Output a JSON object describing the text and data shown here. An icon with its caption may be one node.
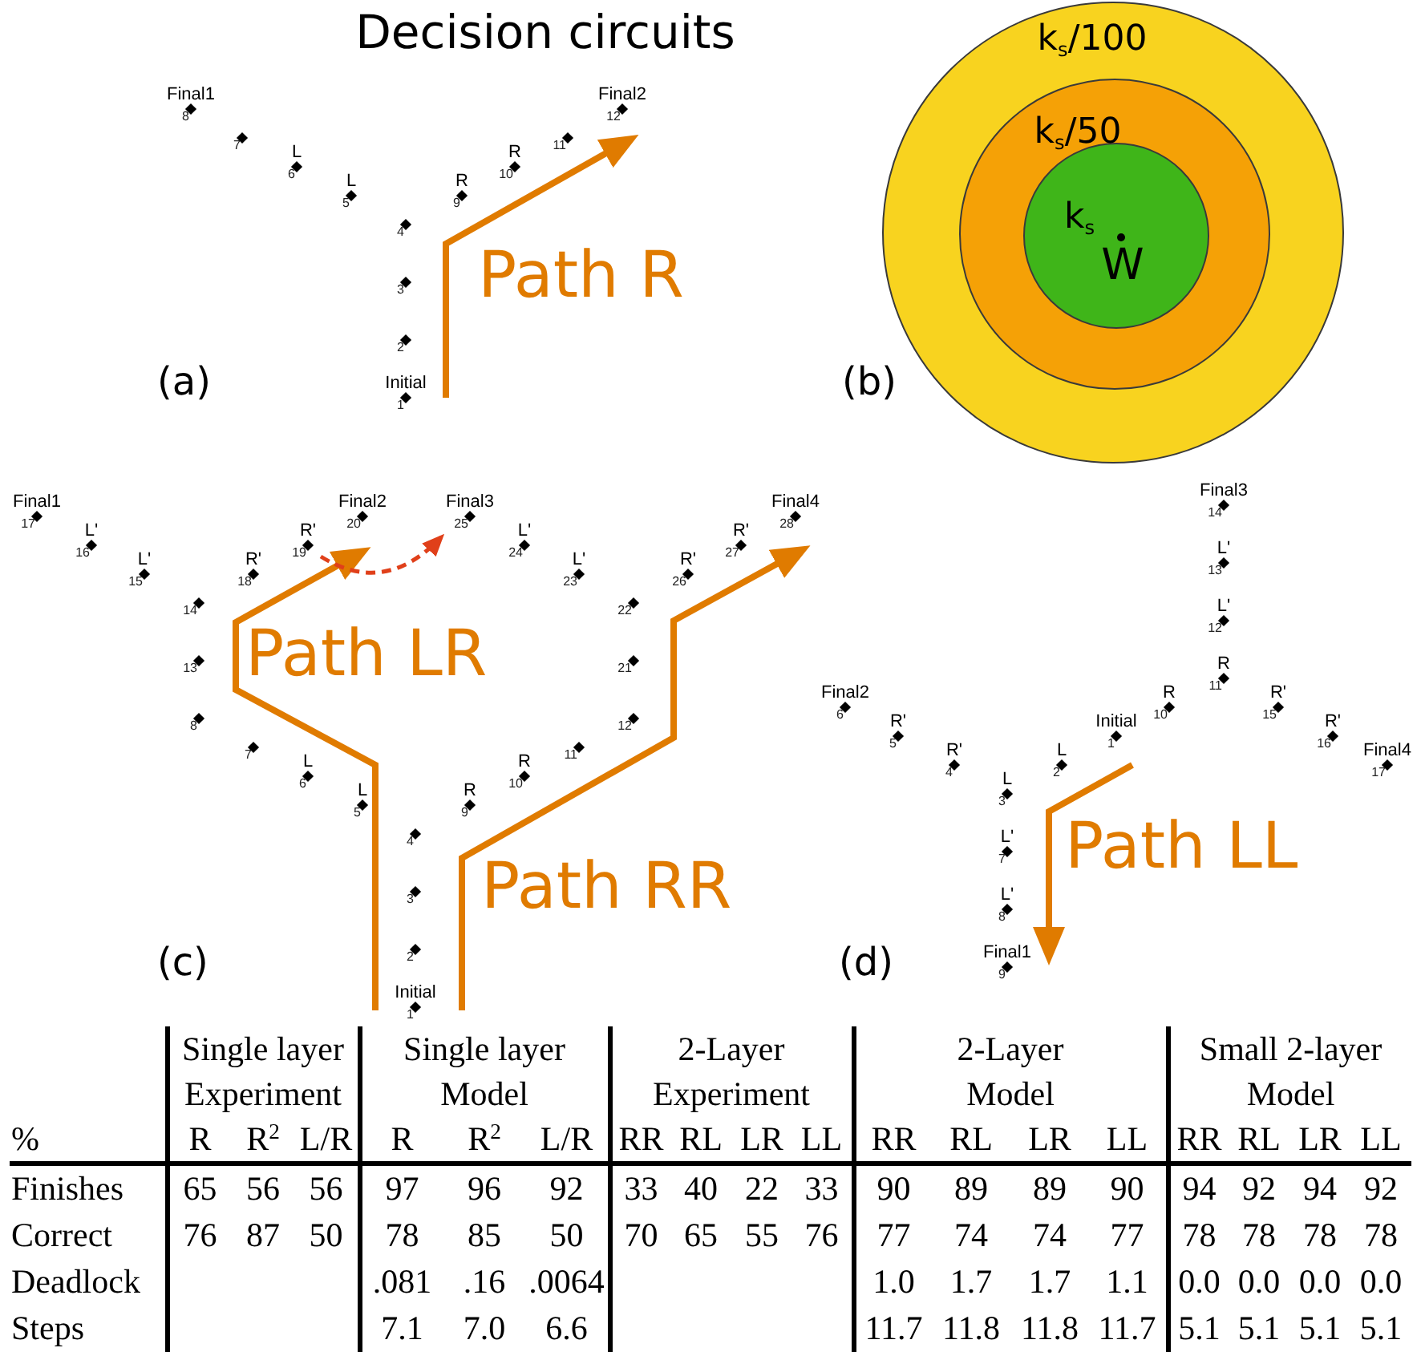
{
  "diagram": {
    "title": "Decision circuits",
    "nodes": [
      {
        "text": [
          "k$_{s}$/100"
        ]
      },
      {
        "text": [
          "k$_{s}$/50"
        ],
        "in": 0
      },
      {
        "text": [
          "k$_{s}$",
          "W"
        ],
        "in": 1
      }
    ],
    "labels": [
      "Initial",
      "1",
      "2",
      "3",
      "4",
      "L",
      "5",
      "L",
      "6",
      "7",
      "Final1",
      "8",
      "R",
      "9",
      "R",
      "10",
      "11",
      "Final2",
      "12",
      "Path R",
      "(a)",
      "(b)",
      "Initial",
      "1",
      "2",
      "3",
      "4",
      "L",
      "5",
      "L",
      "6",
      "7",
      "8",
      "R",
      "9",
      "R",
      "10",
      "11",
      "12",
      "13",
      "14",
      "L'",
      "15",
      "L'",
      "16",
      "Final1",
      "17",
      "R'",
      "18",
      "R'",
      "19",
      "Final2",
      "20",
      "21",
      "22",
      "L'",
      "23",
      "L'",
      "24",
      "Final3",
      "25",
      "R'",
      "26",
      "R'",
      "27",
      "Final4",
      "28",
      "Path LR",
      "Path RR",
      "(c)",
      "Initial",
      "1",
      "L",
      "2",
      "L",
      "3",
      "R'",
      "4",
      "R'",
      "5",
      "Final2",
      "6",
      "L'",
      "7",
      "L'",
      "8",
      "Final1",
      "9",
      "R",
      "10",
      "R",
      "11",
      "L'",
      "12",
      "L'",
      "13",
      "Final3",
      "14",
      "R'",
      "15",
      "R'",
      "16",
      "Final4",
      "17",
      "Path LL",
      "(d)",
      "Single layer Experiment",
      "Single layer Model",
      "2-Layer Experiment",
      "2-Layer Model",
      "Small 2-layer Model",
      "%",
      "R",
      "R$^{2}$",
      "L/R",
      "R",
      "R$^{2}$",
      "L/R",
      "RR",
      "RL",
      "LR",
      "LL",
      "RR",
      "RL",
      "LR",
      "LL",
      "RR",
      "RL",
      "LR",
      "LL",
      "Finishes",
      "65",
      "56",
      "56",
      "97",
      "96",
      "92",
      "33",
      "40",
      "22",
      "33",
      "90",
      "89",
      "89",
      "90",
      "94",
      "92",
      "94",
      "92",
      "Correct",
      "76",
      "87",
      "50",
      "78",
      "85",
      "50",
      "70",
      "65",
      "55",
      "76",
      "77",
      "74",
      "74",
      "77",
      "78",
      "78",
      "78",
      "78",
      "Deadlock",
      ".081",
      ".16",
      ".0064",
      "1.0",
      "1.7",
      "1.7",
      "1.1",
      "0.0",
      "0.0",
      "0.0",
      "0.0",
      "Steps",
      "7.1",
      "7.0",
      "6.6",
      "11.7",
      "11.8",
      "11.8",
      "11.7",
      "5.1",
      "5.1",
      "5.1",
      "5.1"
    ]
  }
}
